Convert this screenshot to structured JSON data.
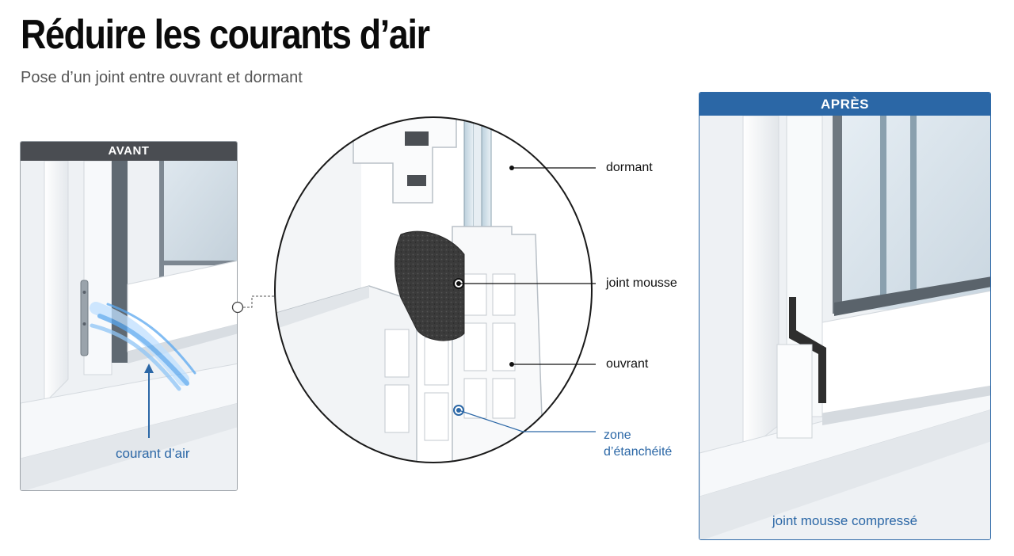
{
  "header": {
    "title": "Réduire les courants d’air",
    "subtitle": "Pose d’un joint entre ouvrant et dormant"
  },
  "panels": {
    "before": {
      "heading": "AVANT",
      "caption": "courant d’air"
    },
    "after": {
      "heading": "APRÈS",
      "caption": "joint mousse compressé"
    }
  },
  "detail": {
    "callouts": [
      {
        "id": "dormant",
        "label": "dormant"
      },
      {
        "id": "joint",
        "label": "joint mousse"
      },
      {
        "id": "ouvrant",
        "label": "ouvrant"
      },
      {
        "id": "zone",
        "label_line1": "zone",
        "label_line2": "d’étanchéité"
      }
    ]
  },
  "colors": {
    "accent_blue": "#2b67a6",
    "avant_header": "#4a4d52",
    "foam": "#3a3a3a",
    "airflow": "#5aa8f0"
  },
  "icons": [
    "airflow-icon",
    "hinge-icon"
  ]
}
